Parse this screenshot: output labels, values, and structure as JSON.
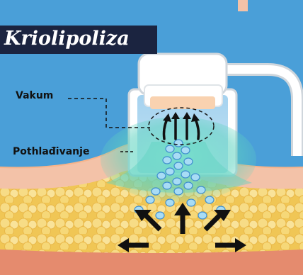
{
  "title": "Kriolipoliza",
  "labels": {
    "vacuum": "Vakum",
    "cooling": "Pothlađivanje"
  },
  "colors": {
    "background": "#4a9fd8",
    "title_box": "#1b2440",
    "fat_cells": "#f2cf63",
    "skin": "#f3c2a8",
    "tissue_bottom": "#e58b6e",
    "cooling_glow": "#5fd3c0",
    "crystals": "#a8dcf5",
    "applicator": "#ffffff",
    "arrows": "#111111"
  },
  "icons": [
    "vacuum-arrow-icon",
    "fat-crystal-icon",
    "disperse-arrow-icon"
  ]
}
